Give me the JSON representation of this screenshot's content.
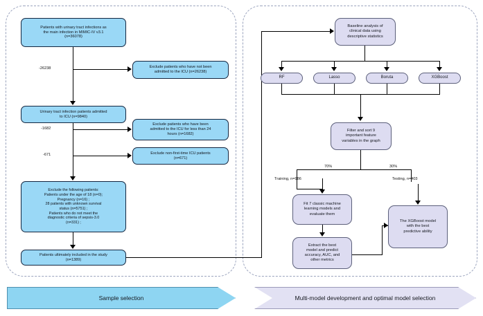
{
  "figure": {
    "title": "Study flowchart: sample selection and multi-model development",
    "colors": {
      "blue_fill": "#9ad8f6",
      "blue_stroke": "#13253f",
      "lavender_fill": "#dddcf1",
      "lavender_stroke": "#5b5f7a",
      "panel_dash": "#9aa3bd",
      "connector": "#000000",
      "banner_left_fill": "#8ed5f2",
      "banner_right_fill": "#e2e1f3"
    }
  },
  "left_panel": {
    "banner_label": "Sample selection",
    "nodes": {
      "source_cohort": "Patients with urinary tract infections as\nthe main infection in MIMIC-IV v3.1\n(n=36078)",
      "excluded_not_icu": "Exclude patients who have not been\nadmitted to the ICU (n=26238)",
      "icu_admitted": "Urinary tract infection patients admitted\nto ICU (n=9840)",
      "excluded_lt24h": "Exclude patients who have been\nadmitted to the ICU for less than 24\nhours (n=1682)",
      "excluded_non_first_icu": "Exclude non-first-time ICU patients\n(n=671)",
      "excluded_criteria": "Exclude the following patients:\nPatients under the age of 18 (n=0);\nPregnancy (n=16) ;\n28 patients with unknown survival\nstatus (n=5751) ;\nPatients who do not meet the\ndiagnostic criteria of sepsis-3.0\n(n=331) ;",
      "final_cohort": "Patients ultimately included in the study\n(n=1389)"
    },
    "edge_labels": {
      "drop_not_icu": "-26238",
      "drop_lt24h": "-1682",
      "drop_non_first": "-671"
    }
  },
  "right_panel": {
    "banner_label": "Multi-model development and optimal model selection",
    "nodes": {
      "baseline": "Baseline analysis of\nclinical data using\ndescriptive statistics",
      "method_rf": "RF",
      "method_lasso": "Lasso",
      "method_boruta": "Boruta",
      "method_xgboost": "XGBoost",
      "feature_filter": "Filter and sort 9\nimportant feature\nvariables in the graph",
      "fit_models": "Fit 7 classic machine\nlearning models and\nevaluate them",
      "extract_best": "Extract the best\nmodel and predict\naccuracy, AUC, and\nother metrics",
      "best_model": "The XGBoost model\nwith the best\npredictive ability"
    },
    "edge_labels": {
      "split_train_pct": "70%",
      "split_test_pct": "30%",
      "train_n": "Training, n=986",
      "test_n": "Testing, n=403"
    }
  }
}
